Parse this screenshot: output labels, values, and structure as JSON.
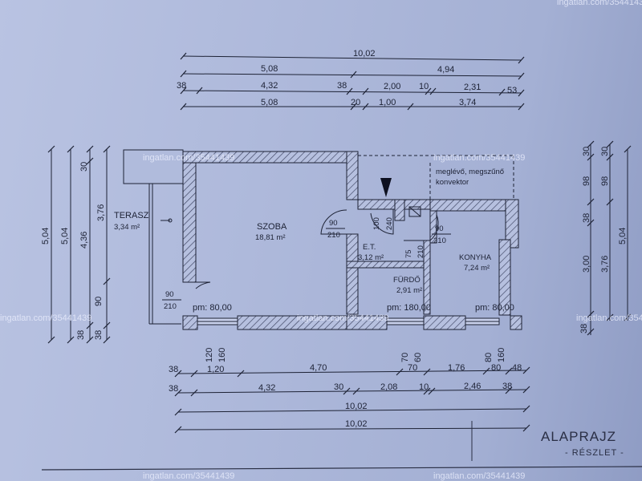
{
  "title": "ALAPRAJZ",
  "subtitle": "- RÉSZLET -",
  "watermark": "ingatlan.com/35441439",
  "top_dims": {
    "row1": [
      "10,02"
    ],
    "row2": [
      "5,08",
      "4,94"
    ],
    "row3": [
      "38",
      "4,32",
      "38",
      "2,00",
      "10",
      "2,31",
      "53"
    ],
    "row4": [
      "5,08",
      "20",
      "1,00",
      "3,74"
    ]
  },
  "bottom_dims": {
    "row1": [
      "38",
      "1,20",
      "4,70",
      "70",
      "1,76",
      "80",
      "48"
    ],
    "row2": [
      "38",
      "4,32",
      "30",
      "2,08",
      "10",
      "2,46",
      "38"
    ],
    "row3": [
      "10,02"
    ],
    "row4": [
      "10,02"
    ]
  },
  "left_dims": {
    "col1": [
      "5,04"
    ],
    "col2": [
      "5,04"
    ],
    "col3": [
      "30",
      "4,36",
      "38"
    ],
    "col4": [
      "3,76",
      "90",
      "38"
    ]
  },
  "right_dims": {
    "col1": [
      "30",
      "98",
      "38",
      "3,00",
      "38"
    ],
    "col2": [
      "30",
      "98",
      "3,76"
    ],
    "col3": [
      "5,04"
    ]
  },
  "rooms": {
    "terasz": {
      "name": "TERASZ",
      "area": "3,34 m²"
    },
    "szoba": {
      "name": "SZOBA",
      "area": "18,81 m²"
    },
    "et": {
      "name": "E.T.",
      "area": "3,12 m²"
    },
    "furdo": {
      "name": "FÜRDŐ",
      "area": "2,91 m²"
    },
    "konyha": {
      "name": "KONYHA",
      "area": "7,24 m²"
    }
  },
  "convector_note": [
    "meglévő, megszűnő",
    "konvektor"
  ],
  "door_labels": {
    "szoba_door": [
      "90",
      "210"
    ],
    "terasz_door": [
      "90",
      "210"
    ],
    "et_door": [
      "100",
      "240"
    ],
    "konyha_door": [
      "90",
      "210"
    ],
    "furdo_door": [
      "75",
      "210"
    ]
  },
  "windows": {
    "w1": [
      "pm: 80,00"
    ],
    "w2": [
      "pm: 180,00"
    ],
    "w3": [
      "pm: 80,00"
    ]
  },
  "window_heights": {
    "left": [
      "120",
      "160"
    ],
    "mid": [
      "70",
      "60"
    ],
    "right": [
      "80",
      "160"
    ]
  }
}
